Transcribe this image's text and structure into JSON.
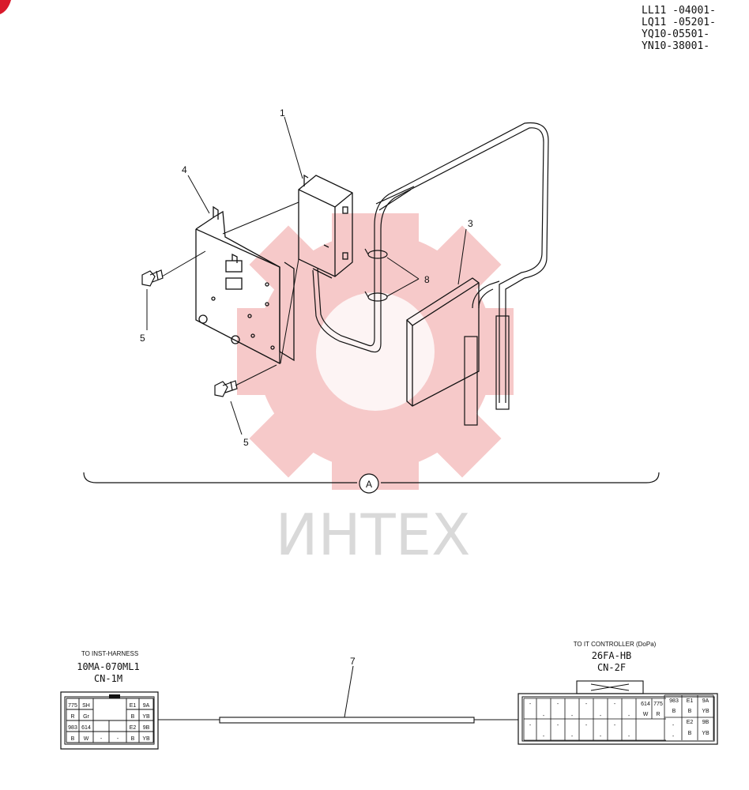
{
  "serials": [
    "LL11 -04001-",
    "LQ11 -05201-",
    "YQ10-05501-",
    "YN10-38001-"
  ],
  "callouts": {
    "c1": "1",
    "c3": "3",
    "c4": "4",
    "c5a": "5",
    "c5b": "5",
    "c7": "7",
    "c8": "8"
  },
  "view_marker": "A",
  "watermark": "ИНТЕХ",
  "left_connector": {
    "caption": "TO INST-HARNESS",
    "part": "10MA-070ML1",
    "name": "CN-1M",
    "pins": {
      "p1": "775",
      "p1c": "R",
      "p2": "SH",
      "p2c": "Gr",
      "p3": "E1",
      "p3c": "B",
      "p4": "9A",
      "p4c": "YB",
      "p5": "983",
      "p5c": "B",
      "p6": "614",
      "p6c": "W",
      "p7": "-",
      "p8": "-",
      "p9": "E2",
      "p9c": "B",
      "p10": "9B",
      "p10c": "YB"
    }
  },
  "right_connector": {
    "caption": "TO IT CONTROLLER (DoPa)",
    "part": "26FA-HB",
    "name": "CN-2F",
    "dash": "-",
    "pins": {
      "a1": "614",
      "a1c": "W",
      "a2": "775",
      "a2c": "R",
      "a3": "983",
      "a3c": "B",
      "a4": "E1",
      "a4c": "B",
      "a5": "9A",
      "a5c": "YB",
      "a6": "E2",
      "a6c": "B",
      "a7": "9B",
      "a7c": "YB"
    }
  },
  "colors": {
    "watermark_gear": "#f4b8b8",
    "watermark_text": "#d9d9d9",
    "ink": "#111111",
    "corner_mark": "#d9192b"
  }
}
